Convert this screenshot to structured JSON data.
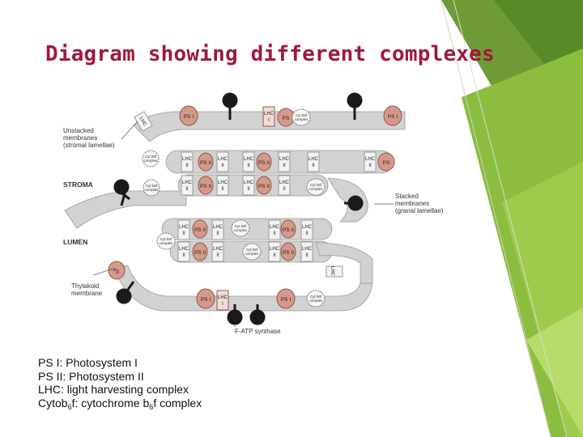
{
  "title": "Diagram showing different complexes",
  "labels": {
    "unstacked": [
      "Unstacked",
      "membranes",
      "(stromal lamellae)"
    ],
    "stroma": "STROMA",
    "lumen": "LUMEN",
    "thylakoid": [
      "Thylakoid",
      "membrane"
    ],
    "stacked": [
      "Stacked",
      "membranes",
      "(granal lamellae)"
    ],
    "atp": "F-ATP synthase"
  },
  "complexes": {
    "ps1": "PS I",
    "ps2": "PS II",
    "lhc1": [
      "LHC",
      "I"
    ],
    "lhc2": [
      "LHC",
      "II"
    ],
    "cyt": [
      "Cyt b6f",
      "complex"
    ],
    "ps": "PS",
    "lhc_rot": "LHC",
    "lhc_rot2": "II"
  },
  "legend": {
    "line1": "PS I: Photosystem I",
    "line2": "PS II: Photosystem II",
    "line3": "LHC: light harvesting complex",
    "line4_a": "Cytob",
    "line4_sub": "6",
    "line4_b": "f: cytochrome b",
    "line4_sub2": "6",
    "line4_c": "f complex"
  },
  "colors": {
    "title": "#a0193a",
    "green_dark": "#5f8f2a",
    "green_mid": "#7db13a",
    "green_light": "#a9d05a",
    "ps_fill": "#d69888",
    "membrane": "#d2d2d2"
  }
}
